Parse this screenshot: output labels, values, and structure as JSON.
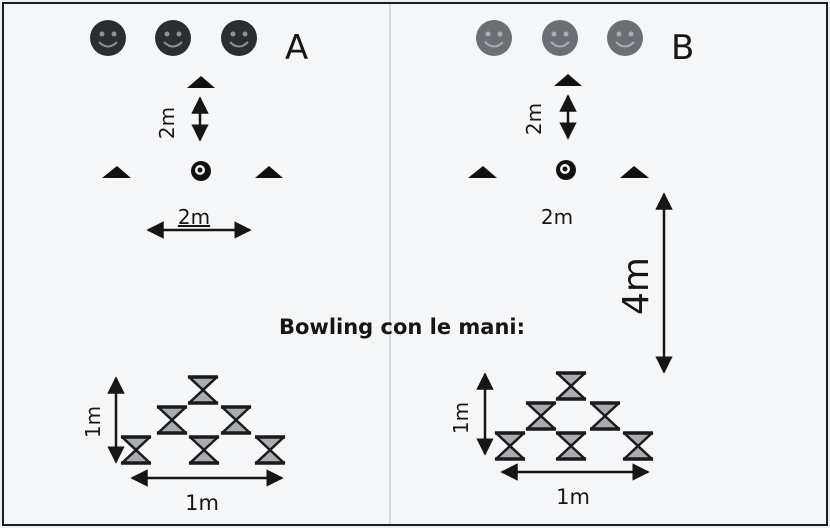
{
  "sections": {
    "a": {
      "label": "A",
      "distance_vertical": "2m",
      "distance_horizontal": "2m"
    },
    "b": {
      "label": "B",
      "distance_vertical": "2m",
      "distance_horizontal": "2m",
      "distance_to_pins": "4m"
    }
  },
  "title": "Bowling con le mani:",
  "pins": {
    "a": {
      "height_label": "1m",
      "width_label": "1m"
    },
    "b": {
      "height_label": "1m",
      "width_label": "1m"
    }
  },
  "colors": {
    "players_a": "#2b2d30",
    "players_b": "#6b6e73",
    "cone": "#111111",
    "ink": "#161616",
    "pin_fill": "#a9acb0"
  }
}
